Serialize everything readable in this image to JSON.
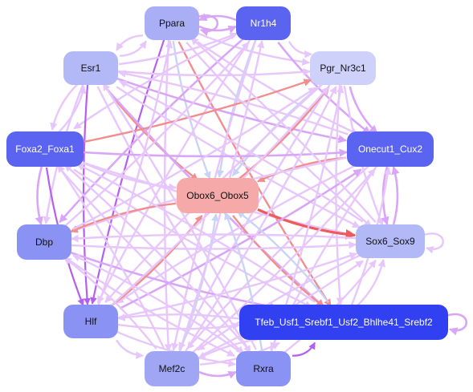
{
  "nodes": {
    "ppara": {
      "label": "Ppara",
      "fill": "#a9aef5",
      "text": "#111111"
    },
    "nr1h4": {
      "label": "Nr1h4",
      "fill": "#5a64f0",
      "text": "#ffffff"
    },
    "esr1": {
      "label": "Esr1",
      "fill": "#b3b8f7",
      "text": "#111111"
    },
    "pgr": {
      "label": "Pgr_Nr3c1",
      "fill": "#ced1f9",
      "text": "#111111"
    },
    "foxa2": {
      "label": "Foxa2_Foxa1",
      "fill": "#5a64f0",
      "text": "#ffffff"
    },
    "onecut": {
      "label": "Onecut1_Cux2",
      "fill": "#5a64f0",
      "text": "#ffffff"
    },
    "obox": {
      "label": "Obox6_Obox5",
      "fill": "#f5a9a9",
      "text": "#111111"
    },
    "dbp": {
      "label": "Dbp",
      "fill": "#8a92f3",
      "text": "#111111"
    },
    "sox": {
      "label": "Sox6_Sox9",
      "fill": "#b3b8f7",
      "text": "#111111"
    },
    "hlf": {
      "label": "Hlf",
      "fill": "#8a92f3",
      "text": "#111111"
    },
    "tfeb": {
      "label": "Tfeb_Usf1_Srebf1_Usf2_Bhlhe41_Srebf2",
      "fill": "#3140f0",
      "text": "#ffffff"
    },
    "mef2c": {
      "label": "Mef2c",
      "fill": "#a0a6f4",
      "text": "#111111"
    },
    "rxra": {
      "label": "Rxra",
      "fill": "#8a92f3",
      "text": "#111111"
    }
  },
  "edge_colors": {
    "light": "#e7c6fb",
    "medium": "#d9a6f7",
    "strong": "#b55ff0",
    "red": "#f28d8d",
    "red_strong": "#ef5a5a",
    "blue": "#c9d4f5"
  },
  "edges": [
    {
      "from": "ppara",
      "to": "nr1h4",
      "style": "medium"
    },
    {
      "from": "nr1h4",
      "to": "ppara",
      "style": "medium"
    },
    {
      "from": "ppara",
      "to": "esr1",
      "style": "light"
    },
    {
      "from": "ppara",
      "to": "pgr",
      "style": "light"
    },
    {
      "from": "ppara",
      "to": "onecut",
      "style": "light"
    },
    {
      "from": "ppara",
      "to": "obox",
      "style": "blue"
    },
    {
      "from": "ppara",
      "to": "hlf",
      "style": "strong"
    },
    {
      "from": "ppara",
      "to": "tfeb",
      "style": "red"
    },
    {
      "from": "ppara",
      "to": "mef2c",
      "style": "light"
    },
    {
      "from": "ppara",
      "to": "sox",
      "style": "light"
    },
    {
      "from": "nr1h4",
      "to": "pgr",
      "style": "light"
    },
    {
      "from": "nr1h4",
      "to": "onecut",
      "style": "medium"
    },
    {
      "from": "nr1h4",
      "to": "obox",
      "style": "blue"
    },
    {
      "from": "nr1h4",
      "to": "foxa2",
      "style": "light"
    },
    {
      "from": "nr1h4",
      "to": "dbp",
      "style": "medium"
    },
    {
      "from": "nr1h4",
      "to": "mef2c",
      "style": "light"
    },
    {
      "from": "nr1h4",
      "to": "hlf",
      "style": "light"
    },
    {
      "from": "esr1",
      "to": "ppara",
      "style": "light"
    },
    {
      "from": "esr1",
      "to": "nr1h4",
      "style": "light"
    },
    {
      "from": "esr1",
      "to": "pgr",
      "style": "light"
    },
    {
      "from": "esr1",
      "to": "onecut",
      "style": "medium"
    },
    {
      "from": "esr1",
      "to": "obox",
      "style": "red"
    },
    {
      "from": "esr1",
      "to": "foxa2",
      "style": "light"
    },
    {
      "from": "esr1",
      "to": "dbp",
      "style": "light"
    },
    {
      "from": "esr1",
      "to": "hlf",
      "style": "strong"
    },
    {
      "from": "esr1",
      "to": "sox",
      "style": "light"
    },
    {
      "from": "esr1",
      "to": "tfeb",
      "style": "medium"
    },
    {
      "from": "esr1",
      "to": "rxra",
      "style": "light"
    },
    {
      "from": "pgr",
      "to": "obox",
      "style": "blue"
    },
    {
      "from": "pgr",
      "to": "onecut",
      "style": "medium"
    },
    {
      "from": "pgr",
      "to": "tfeb",
      "style": "light"
    },
    {
      "from": "pgr",
      "to": "sox",
      "style": "light"
    },
    {
      "from": "pgr",
      "to": "hlf",
      "style": "light"
    },
    {
      "from": "pgr",
      "to": "mef2c",
      "style": "light"
    },
    {
      "from": "foxa2",
      "to": "onecut",
      "style": "medium"
    },
    {
      "from": "foxa2",
      "to": "obox",
      "style": "light"
    },
    {
      "from": "foxa2",
      "to": "dbp",
      "style": "medium"
    },
    {
      "from": "foxa2",
      "to": "esr1",
      "style": "light"
    },
    {
      "from": "foxa2",
      "to": "pgr",
      "style": "red"
    },
    {
      "from": "foxa2",
      "to": "sox",
      "style": "light"
    },
    {
      "from": "foxa2",
      "to": "tfeb",
      "style": "light"
    },
    {
      "from": "foxa2",
      "to": "hlf",
      "style": "strong"
    },
    {
      "from": "foxa2",
      "to": "rxra",
      "style": "light"
    },
    {
      "from": "onecut",
      "to": "obox",
      "style": "red"
    },
    {
      "from": "onecut",
      "to": "sox",
      "style": "medium"
    },
    {
      "from": "sox",
      "to": "onecut",
      "style": "medium"
    },
    {
      "from": "onecut",
      "to": "dbp",
      "style": "light"
    },
    {
      "from": "onecut",
      "to": "hlf",
      "style": "light"
    },
    {
      "from": "onecut",
      "to": "mef2c",
      "style": "light"
    },
    {
      "from": "onecut",
      "to": "rxra",
      "style": "light"
    },
    {
      "from": "onecut",
      "to": "esr1",
      "style": "light"
    },
    {
      "from": "obox",
      "to": "sox",
      "style": "red_strong"
    },
    {
      "from": "obox",
      "to": "dbp",
      "style": "red"
    },
    {
      "from": "obox",
      "to": "pgr",
      "style": "red"
    },
    {
      "from": "obox",
      "to": "tfeb",
      "style": "red"
    },
    {
      "from": "dbp",
      "to": "sox",
      "style": "light"
    },
    {
      "from": "dbp",
      "to": "tfeb",
      "style": "medium"
    },
    {
      "from": "dbp",
      "to": "rxra",
      "style": "light"
    },
    {
      "from": "dbp",
      "to": "pgr",
      "style": "light"
    },
    {
      "from": "dbp",
      "to": "nr1h4",
      "style": "light"
    },
    {
      "from": "hlf",
      "to": "obox",
      "style": "red"
    },
    {
      "from": "hlf",
      "to": "pgr",
      "style": "light"
    },
    {
      "from": "hlf",
      "to": "onecut",
      "style": "medium"
    },
    {
      "from": "hlf",
      "to": "tfeb",
      "style": "light"
    },
    {
      "from": "hlf",
      "to": "sox",
      "style": "light"
    },
    {
      "from": "hlf",
      "to": "mef2c",
      "style": "light"
    },
    {
      "from": "hlf",
      "to": "rxra",
      "style": "light"
    },
    {
      "from": "hlf",
      "to": "ppara",
      "style": "light"
    },
    {
      "from": "mef2c",
      "to": "obox",
      "style": "blue"
    },
    {
      "from": "mef2c",
      "to": "rxra",
      "style": "medium"
    },
    {
      "from": "mef2c",
      "to": "tfeb",
      "style": "light"
    },
    {
      "from": "mef2c",
      "to": "sox",
      "style": "light"
    },
    {
      "from": "mef2c",
      "to": "onecut",
      "style": "light"
    },
    {
      "from": "mef2c",
      "to": "pgr",
      "style": "light"
    },
    {
      "from": "mef2c",
      "to": "dbp",
      "style": "light"
    },
    {
      "from": "mef2c",
      "to": "foxa2",
      "style": "light"
    },
    {
      "from": "mef2c",
      "to": "nr1h4",
      "style": "light"
    },
    {
      "from": "rxra",
      "to": "obox",
      "style": "blue"
    },
    {
      "from": "rxra",
      "to": "tfeb",
      "style": "strong"
    },
    {
      "from": "rxra",
      "to": "sox",
      "style": "light"
    },
    {
      "from": "rxra",
      "to": "pgr",
      "style": "light"
    },
    {
      "from": "rxra",
      "to": "esr1",
      "style": "light"
    },
    {
      "from": "rxra",
      "to": "foxa2",
      "style": "light"
    },
    {
      "from": "rxra",
      "to": "dbp",
      "style": "light"
    },
    {
      "from": "tfeb",
      "to": "obox",
      "style": "blue"
    },
    {
      "from": "tfeb",
      "to": "sox",
      "style": "light"
    },
    {
      "from": "tfeb",
      "to": "onecut",
      "style": "light"
    },
    {
      "from": "tfeb",
      "to": "mef2c",
      "style": "light"
    },
    {
      "from": "tfeb",
      "to": "hlf",
      "style": "light"
    },
    {
      "from": "tfeb",
      "to": "foxa2",
      "style": "light"
    },
    {
      "from": "sox",
      "to": "dbp",
      "style": "light"
    },
    {
      "from": "sox",
      "to": "esr1",
      "style": "light"
    },
    {
      "from": "sox",
      "to": "ppara",
      "style": "light"
    },
    {
      "from": "sox",
      "to": "mef2c",
      "style": "light"
    }
  ],
  "self_loops": [
    {
      "node": "ppara",
      "style": "medium"
    },
    {
      "node": "sox",
      "style": "light"
    },
    {
      "node": "tfeb",
      "style": "medium"
    }
  ]
}
